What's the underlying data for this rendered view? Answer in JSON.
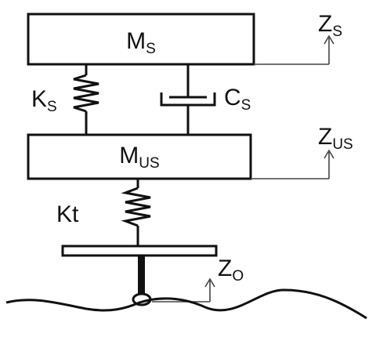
{
  "diagram": {
    "sprung_mass": {
      "base": "M",
      "sub": "S"
    },
    "unsprung_mass": {
      "base": "M",
      "sub": "US"
    },
    "suspension_spring": {
      "base": "K",
      "sub": "S"
    },
    "suspension_damper": {
      "base": "C",
      "sub": "S"
    },
    "tire_spring": {
      "text": "Kt"
    },
    "sprung_displacement": {
      "base": "Z",
      "sub": "S"
    },
    "unsprung_displacement": {
      "base": "Z",
      "sub": "US"
    },
    "road_displacement": {
      "base": "Z",
      "sub": "O"
    }
  }
}
